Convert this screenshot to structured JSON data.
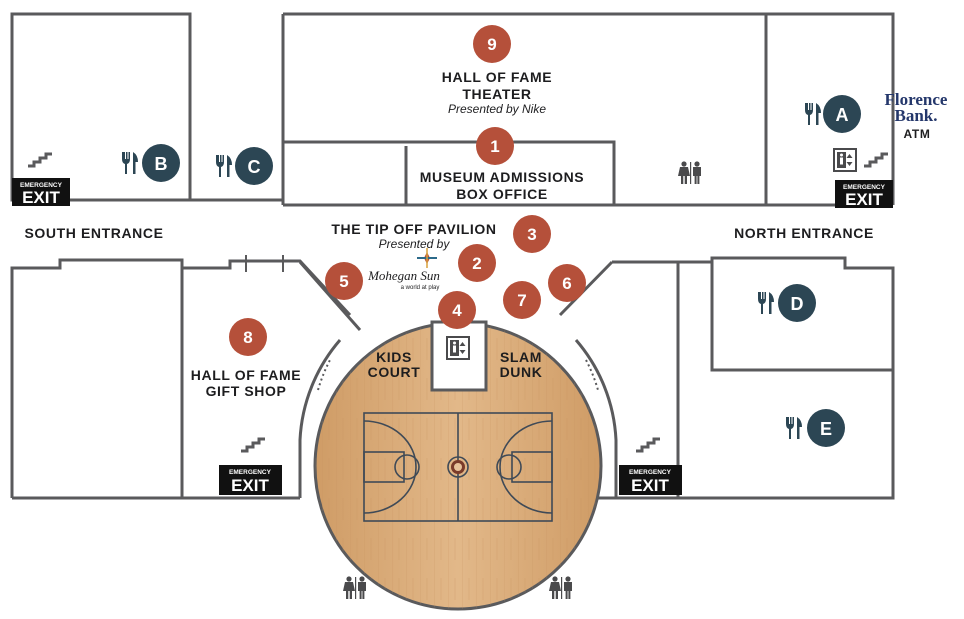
{
  "map": {
    "entrances": {
      "south": "SOUTH ENTRANCE",
      "north": "NORTH ENTRANCE"
    },
    "exits": [
      {
        "id": "exit-southwest",
        "small": "EMERGENCY",
        "big": "EXIT"
      },
      {
        "id": "exit-northeast",
        "small": "EMERGENCY",
        "big": "EXIT"
      },
      {
        "id": "exit-south-lower",
        "small": "EMERGENCY",
        "big": "EXIT"
      },
      {
        "id": "exit-north-lower",
        "small": "EMERGENCY",
        "big": "EXIT"
      }
    ],
    "areas": {
      "theater": {
        "number": "9",
        "line1": "HALL OF FAME",
        "line2": "THEATER",
        "presented": "Presented by Nike"
      },
      "admissions": {
        "number": "1",
        "line1": "MUSEUM ADMISSIONS",
        "line2": "BOX OFFICE"
      },
      "pavilion": {
        "title": "THE TIP OFF PAVILION",
        "presented": "Presented by",
        "sponsor": "Mohegan Sun",
        "sponsor_tagline": "a world at play"
      },
      "gift_shop": {
        "number": "8",
        "line1": "HALL OF FAME",
        "line2": "GIFT SHOP"
      },
      "kids_court": {
        "line1": "KIDS",
        "line2": "COURT"
      },
      "slam_dunk": {
        "line1": "SLAM",
        "line2": "DUNK"
      }
    },
    "markers": [
      "2",
      "3",
      "4",
      "5",
      "6",
      "7"
    ],
    "dining": [
      "A",
      "B",
      "C",
      "D",
      "E"
    ],
    "bank": {
      "line1": "Florence",
      "line2": "Bank.",
      "atm": "ATM"
    },
    "colors": {
      "marker": "#b5503a",
      "dining": "#2c4654",
      "wall": "#5a5a5c",
      "floor": "#d7a875",
      "exit_bg": "#111111"
    }
  }
}
